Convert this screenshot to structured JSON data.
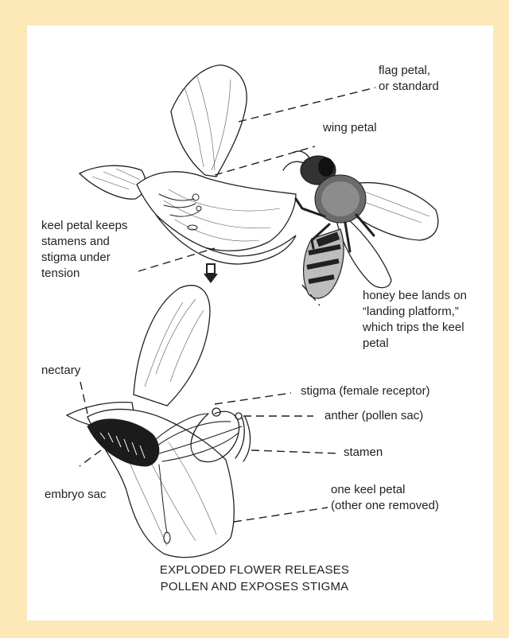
{
  "labels": {
    "flag_petal": [
      "flag petal,",
      "or standard"
    ],
    "wing_petal": "wing petal",
    "keel_petal": [
      "keel petal keeps",
      "stamens and",
      "stigma under",
      "tension"
    ],
    "honey_bee": [
      "honey bee lands on",
      "“landing platform,”",
      "which trips the keel",
      "petal"
    ],
    "nectary": "nectary",
    "stigma": "stigma (female receptor)",
    "anther": "anther (pollen sac)",
    "stamen": "stamen",
    "embryo_sac": "embryo sac",
    "one_keel_petal": [
      "one keel petal",
      "(other one removed)"
    ]
  },
  "caption": [
    "EXPLODED FLOWER RELEASES",
    "POLLEN AND EXPOSES STIGMA"
  ],
  "colors": {
    "border": "#fde9b8",
    "panel": "#ffffff",
    "ink": "#231f20",
    "arrow": "#231f20"
  }
}
